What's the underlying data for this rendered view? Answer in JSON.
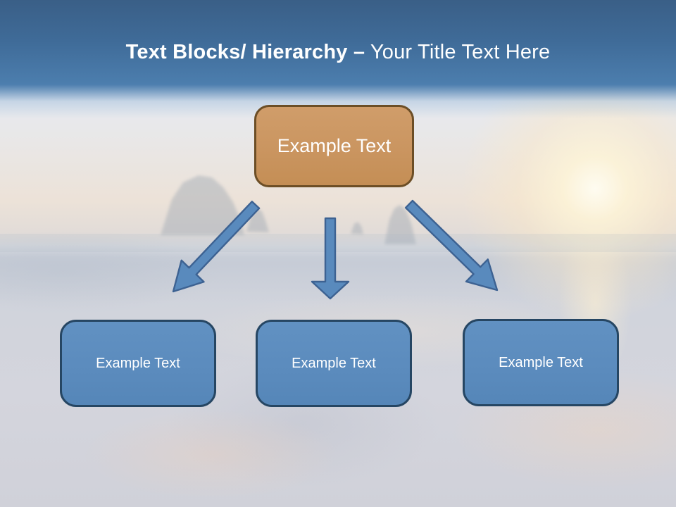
{
  "slide": {
    "title": {
      "bold": "Text Blocks/ Hierarchy –",
      "regular": " Your Title Text Here"
    }
  },
  "diagram": {
    "root": {
      "label": "Example Text"
    },
    "children": [
      {
        "label": "Example Text"
      },
      {
        "label": "Example Text"
      },
      {
        "label": "Example Text"
      }
    ]
  },
  "colors": {
    "header_band_top": "#3a5f87",
    "header_band_bottom": "#4c7eae",
    "title_text": "#ffffff",
    "root_box_fill": "#ca9560",
    "root_box_border": "#6c4e26",
    "child_box_fill": "#5b8bbd",
    "child_box_border": "#264663",
    "arrow_fill": "#598abd",
    "arrow_border": "#3d6292"
  }
}
